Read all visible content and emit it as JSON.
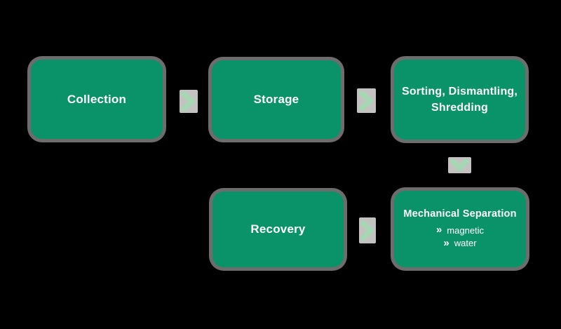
{
  "colors": {
    "background": "#000000",
    "box_green": "#0a9269",
    "box_outline_gray": "#6d6d6d",
    "arrow_green": "#a6d6b3",
    "arrow_shadow_gray": "#c3c2c1",
    "text_white": "#ffffff"
  },
  "icons": {
    "double_chevron_right": "»"
  },
  "flowchart": {
    "nodes": [
      {
        "id": "collection",
        "label": "Collection"
      },
      {
        "id": "storage",
        "label": "Storage"
      },
      {
        "id": "sorting",
        "label": "Sorting, Dismantling, Shredding",
        "lines": [
          "Sorting, Dismantling,",
          "Shredding"
        ]
      },
      {
        "id": "recovery",
        "label": "Recovery"
      },
      {
        "id": "mechanical-separation",
        "label": "Mechanical Separation",
        "items": [
          {
            "icon": "double-chevron-right",
            "label": "magnetic"
          },
          {
            "icon": "double-chevron-right",
            "label": "water"
          }
        ]
      }
    ],
    "connectors": [
      {
        "between": [
          "collection",
          "storage"
        ],
        "direction": "right"
      },
      {
        "between": [
          "storage",
          "sorting"
        ],
        "direction": "right"
      },
      {
        "between": [
          "sorting",
          "mechanical-separation"
        ],
        "direction": "down"
      },
      {
        "between": [
          "recovery",
          "mechanical-separation"
        ],
        "direction": "right"
      }
    ]
  }
}
